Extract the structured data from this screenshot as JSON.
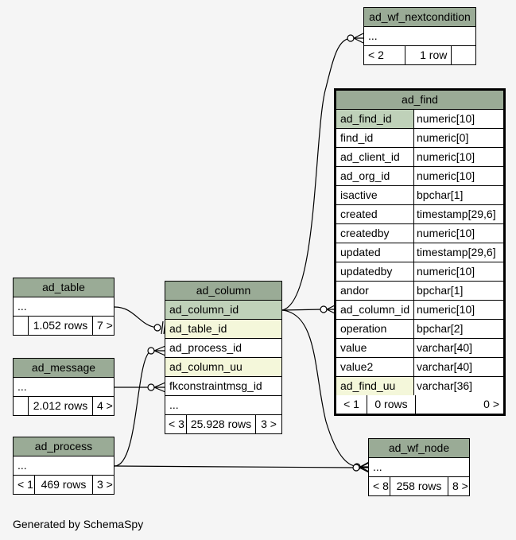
{
  "footer": "Generated by SchemaSpy",
  "tables": {
    "ad_wf_nextcondition": {
      "name": "ad_wf_nextcondition",
      "ellipsis": "...",
      "stats": [
        "< 2",
        "1 row",
        ""
      ]
    },
    "ad_find": {
      "name": "ad_find",
      "columns": [
        {
          "name": "ad_find_id",
          "type": "numeric[10]"
        },
        {
          "name": "find_id",
          "type": "numeric[0]"
        },
        {
          "name": "ad_client_id",
          "type": "numeric[10]"
        },
        {
          "name": "ad_org_id",
          "type": "numeric[10]"
        },
        {
          "name": "isactive",
          "type": "bpchar[1]"
        },
        {
          "name": "created",
          "type": "timestamp[29,6]"
        },
        {
          "name": "createdby",
          "type": "numeric[10]"
        },
        {
          "name": "updated",
          "type": "timestamp[29,6]"
        },
        {
          "name": "updatedby",
          "type": "numeric[10]"
        },
        {
          "name": "andor",
          "type": "bpchar[1]"
        },
        {
          "name": "ad_column_id",
          "type": "numeric[10]"
        },
        {
          "name": "operation",
          "type": "bpchar[2]"
        },
        {
          "name": "value",
          "type": "varchar[40]"
        },
        {
          "name": "value2",
          "type": "varchar[40]"
        },
        {
          "name": "ad_find_uu",
          "type": "varchar[36]"
        }
      ],
      "stats": [
        "< 1",
        "0 rows",
        "0 >"
      ]
    },
    "ad_table": {
      "name": "ad_table",
      "ellipsis": "...",
      "stats": [
        "",
        "1.052 rows",
        "7 >"
      ]
    },
    "ad_message": {
      "name": "ad_message",
      "ellipsis": "...",
      "stats": [
        "",
        "2.012 rows",
        "4 >"
      ]
    },
    "ad_process": {
      "name": "ad_process",
      "ellipsis": "...",
      "stats": [
        "< 1",
        "469 rows",
        "3 >"
      ]
    },
    "ad_column": {
      "name": "ad_column",
      "columns": [
        "ad_column_id",
        "ad_table_id",
        "ad_process_id",
        "ad_column_uu",
        "fkconstraintmsg_id"
      ],
      "ellipsis": "...",
      "stats": [
        "< 3",
        "25.928 rows",
        "3 >"
      ]
    },
    "ad_wf_node": {
      "name": "ad_wf_node",
      "ellipsis": "...",
      "stats": [
        "< 8",
        "258 rows",
        "8 >"
      ]
    }
  }
}
